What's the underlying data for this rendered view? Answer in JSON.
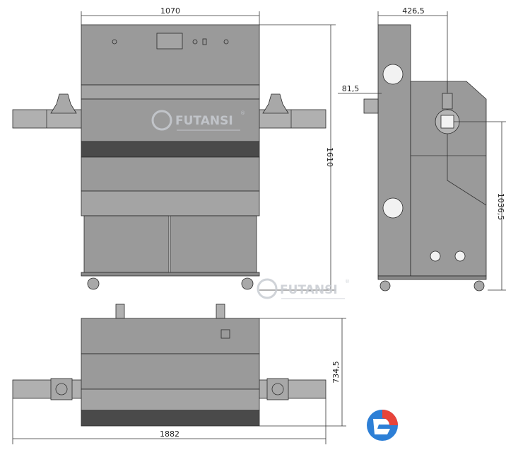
{
  "dimensions": {
    "front_width": "1070",
    "front_height": "1610",
    "side_width": "426,5",
    "side_offset": "81,5",
    "side_height": "1036,5",
    "top_depth": "734,5",
    "top_width": "1882"
  },
  "watermark": {
    "brand": "FUTANSI",
    "registered": "®"
  },
  "colors": {
    "body": "#9a9a9a",
    "panel": "#a4a4a4",
    "dark_band": "#4a4a4a",
    "pipe": "#b0b0b0",
    "line": "#2a2a2a",
    "logo_blue": "#2d7fd6",
    "logo_red": "#e8443a"
  }
}
